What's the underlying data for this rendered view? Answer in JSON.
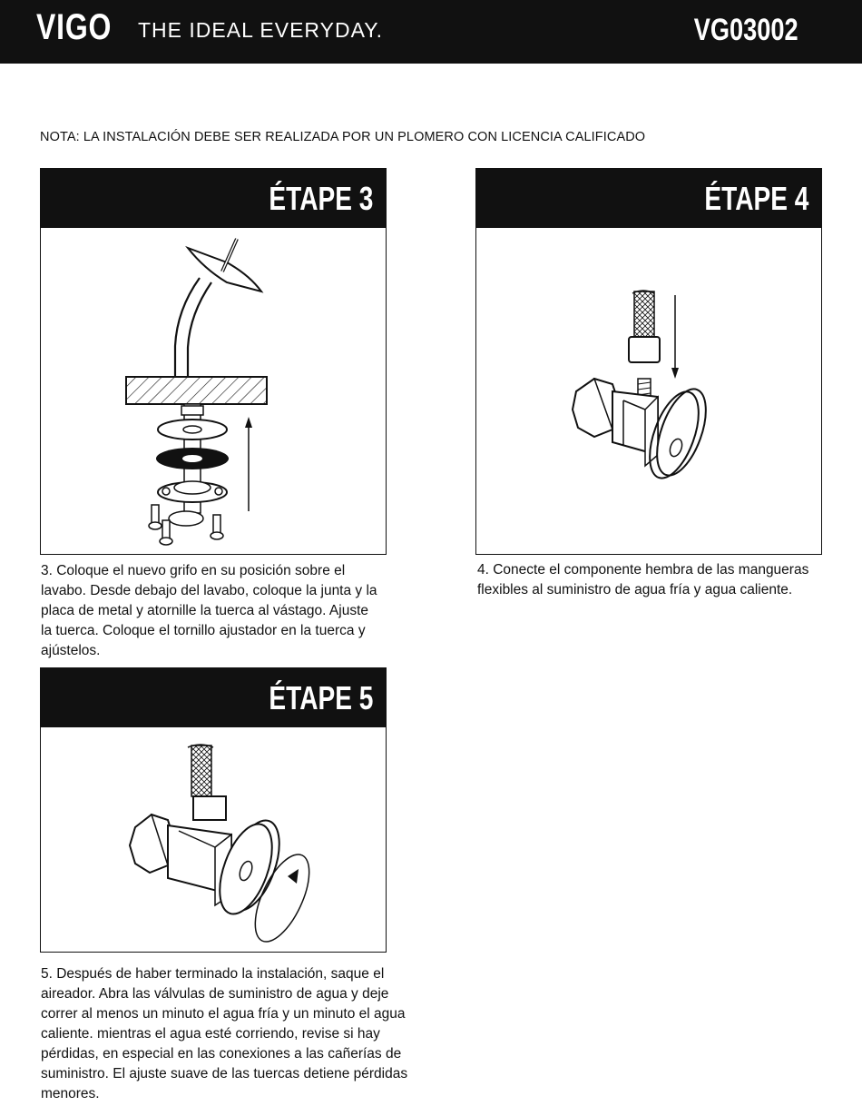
{
  "header": {
    "brand": "VIGO",
    "tagline": "THE IDEAL EVERYDAY.",
    "model": "VG03002"
  },
  "note": "NOTA: LA INSTALACIÓN DEBE SER REALIZADA POR UN PLOMERO CON LICENCIA CALIFICADO",
  "steps": [
    {
      "title": "ÉTAPE 3",
      "caption": "3. Coloque el nuevo grifo en su posición sobre el lavabo. Desde debajo del lavabo, coloque la junta y la placa de metal y atornille la tuerca al vástago.  Ajuste la tuerca. Coloque el tornillo ajustador en la tuerca y ajústelos."
    },
    {
      "title": "ÉTAPE 4",
      "caption": "4. Conecte el componente hembra de las mangueras flexibles al suministro de agua fría y agua caliente."
    },
    {
      "title": "ÉTAPE 5",
      "caption": "5. Después de haber terminado la instalación, saque el aireador. Abra las válvulas de suministro de agua y deje correr al menos un minuto el agua fría y un minuto el agua caliente. mientras el agua esté corriendo, revise si hay pérdidas, en especial en las conexiones a las cañerías de suministro. El ajuste suave de las tuercas detiene pérdidas menores."
    }
  ]
}
